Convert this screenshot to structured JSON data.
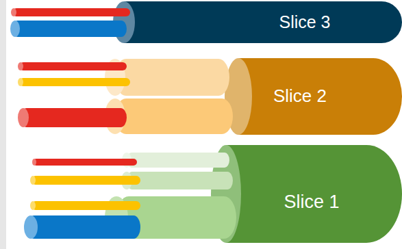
{
  "diagram": {
    "nodes": [
      {
        "text": [
          "Slice 3"
        ]
      },
      {
        "text": [
          "Slice 2"
        ]
      },
      {
        "text": [
          "Slice 1"
        ]
      }
    ]
  }
}
